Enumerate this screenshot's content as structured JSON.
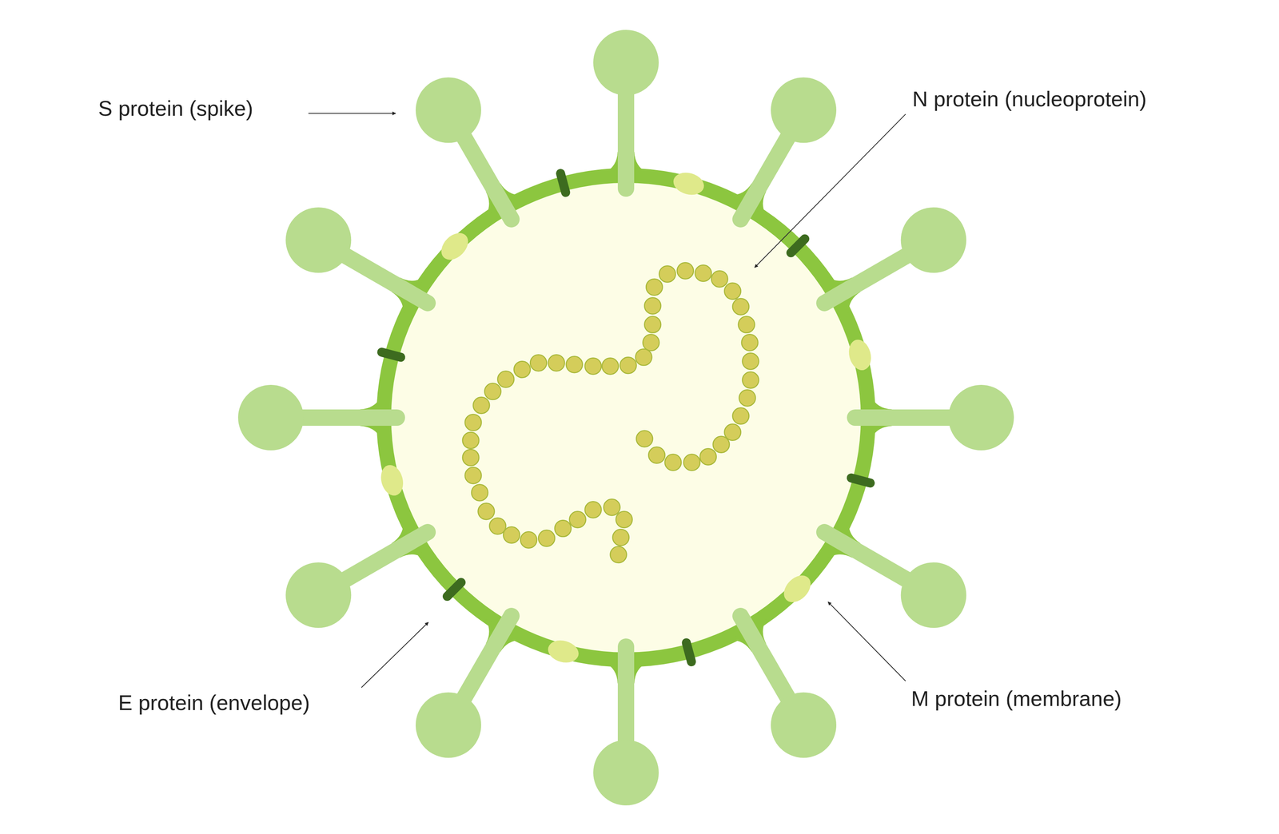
{
  "diagram": {
    "labels": [
      "S protein (spike)",
      "N protein (nucleoprotein)",
      "E protein (envelope)",
      "M protein (membrane)"
    ]
  }
}
